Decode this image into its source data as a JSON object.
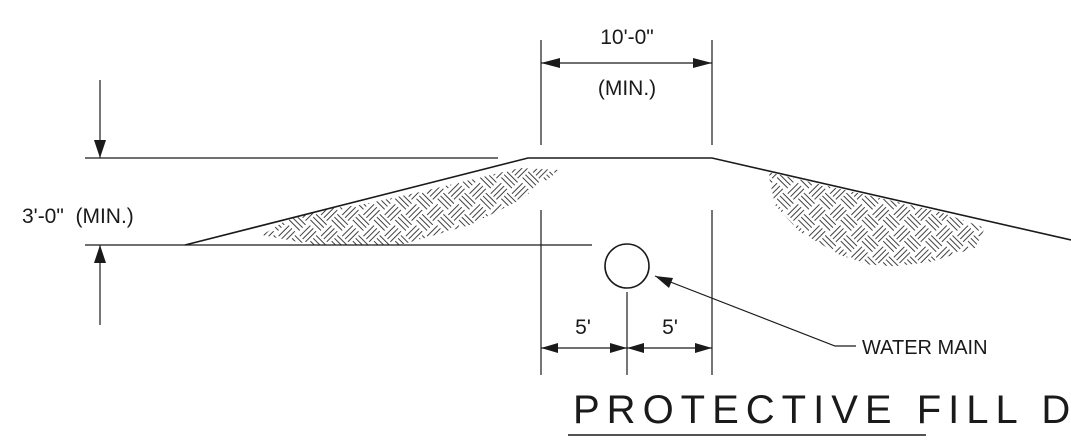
{
  "drawing": {
    "top_dim_label": "10'-0\"",
    "top_dim_note": "(MIN.)",
    "depth_dim_label": "3'-0\"  (MIN.)",
    "left_offset_label": "5'",
    "right_offset_label": "5'",
    "pipe_callout": "WATER MAIN",
    "title": "PROTECTIVE FILL DETAIL"
  }
}
